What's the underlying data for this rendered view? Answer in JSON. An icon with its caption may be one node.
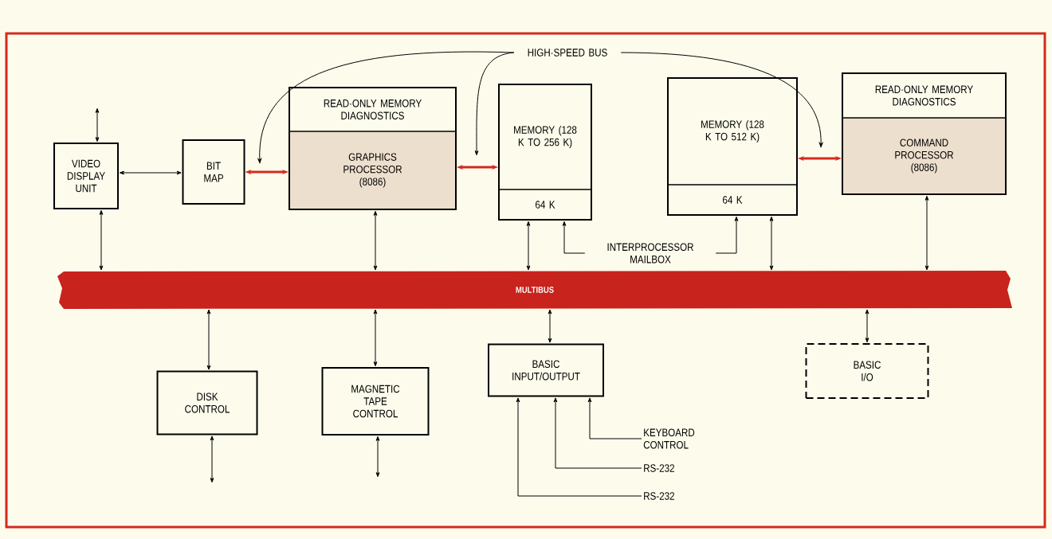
{
  "diagram": {
    "nodes": [
      {
        "text": [
          "VIDEO DISPLAY UNIT"
        ]
      },
      {
        "text": [
          "BIT MAP"
        ]
      },
      {
        "text": [
          "READ·ONLY MEMORY DIAGNOSTICS",
          "GRAPHICS PROCESSOR (8086)"
        ]
      },
      {
        "text": [
          "MEMORY (128 K TO 256 K)",
          "64 K"
        ]
      },
      {
        "text": [
          "MEMORY (128 K TO 512 K)",
          "64 K"
        ]
      },
      {
        "text": [
          "READ·ONLY MEMORY DIAGNOSTICS",
          "COMMAND PROCESSOR (8086)"
        ]
      },
      {
        "text": [
          "HIGH·SPEED BUS"
        ]
      },
      {
        "text": [
          "INTERPROCESSOR MAILBOX"
        ]
      },
      {
        "text": [
          "MULTIBUS"
        ]
      },
      {
        "text": [
          "DISK CONTROL"
        ]
      },
      {
        "text": [
          "MAGNETIC TAPE CONTROL"
        ]
      },
      {
        "text": [
          "BASIC INPUT/OUTPUT"
        ]
      },
      {
        "text": [
          "BASIC I/O"
        ]
      },
      {
        "text": [
          "KEYBOARD CONTROL"
        ]
      },
      {
        "text": [
          "RS-232"
        ]
      },
      {
        "text": [
          "RS-232"
        ]
      }
    ],
    "edges": [
      {
        "from": null,
        "to": 0,
        "arrow": "both"
      },
      {
        "from": 0,
        "to": 1,
        "arrow": "both"
      },
      {
        "from": 1,
        "to": 2,
        "arrow": "both",
        "style": "thick",
        "color": "#d42a1e"
      },
      {
        "from": 2,
        "to": 3,
        "arrow": "both",
        "style": "thick",
        "color": "#d42a1e"
      },
      {
        "from": 4,
        "to": 5,
        "arrow": "both",
        "style": "thick",
        "color": "#d42a1e"
      },
      {
        "from": 6,
        "to": null,
        "arrow": "to"
      },
      {
        "from": 6,
        "to": null,
        "arrow": "to"
      },
      {
        "from": 6,
        "to": null,
        "arrow": "to"
      },
      {
        "from": 0,
        "to": 8,
        "arrow": "both"
      },
      {
        "from": 2,
        "to": 8,
        "arrow": "both"
      },
      {
        "from": 3,
        "to": 8,
        "arrow": "both"
      },
      {
        "from": 4,
        "to": 8,
        "arrow": "both"
      },
      {
        "from": 5,
        "to": 8,
        "arrow": "both"
      },
      {
        "from": 7,
        "to": 3,
        "arrow": "to"
      },
      {
        "from": 7,
        "to": 4,
        "arrow": "to"
      },
      {
        "from": 8,
        "to": 9,
        "arrow": "both"
      },
      {
        "from": 9,
        "to": null,
        "arrow": "both"
      },
      {
        "from": 8,
        "to": 10,
        "arrow": "both"
      },
      {
        "from": 10,
        "to": null,
        "arrow": "both"
      },
      {
        "from": 8,
        "to": 11,
        "arrow": "both"
      },
      {
        "from": 8,
        "to": 12,
        "arrow": "both"
      },
      {
        "from": 13,
        "to": 11,
        "arrow": "to"
      },
      {
        "from": 14,
        "to": 11,
        "arrow": "to"
      },
      {
        "from": 15,
        "to": 11,
        "arrow": "to"
      }
    ]
  }
}
